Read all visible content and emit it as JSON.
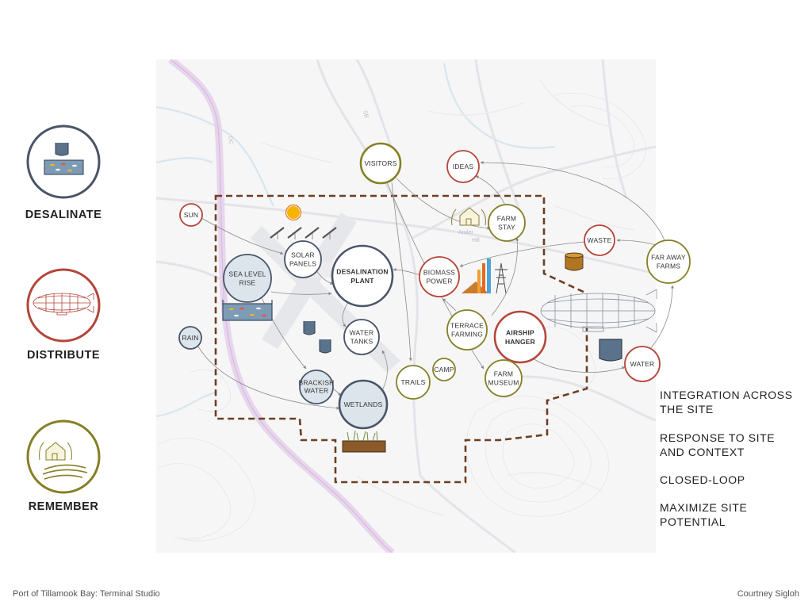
{
  "colors": {
    "slate": "#4a5568",
    "red": "#b5453a",
    "olive": "#858025",
    "brown": "#6b4226",
    "light_fill": "#dde5ec",
    "arrow": "#888888"
  },
  "legend": [
    {
      "label": "DESALINATE",
      "color": "#4a5568",
      "icon": "desalination-tank-icon"
    },
    {
      "label": "DISTRIBUTE",
      "color": "#b5453a",
      "icon": "airship-icon"
    },
    {
      "label": "REMEMBER",
      "color": "#858025",
      "icon": "farmhouse-icon"
    }
  ],
  "map": {
    "street_labels": [
      "OC",
      "SB",
      "Ander",
      "Hill"
    ]
  },
  "nodes": {
    "sun": {
      "lines": [
        "SUN"
      ],
      "category": "distribute"
    },
    "solar_panels": {
      "lines": [
        "SOLAR",
        "PANELS"
      ],
      "category": "desalinate"
    },
    "sea_level_rise": {
      "lines": [
        "SEA LEVEL",
        "RISE"
      ],
      "category": "desalinate"
    },
    "desalination_plant": {
      "lines": [
        "DESALINATION",
        "PLANT"
      ],
      "category": "desalinate"
    },
    "biomass_power": {
      "lines": [
        "BIOMASS",
        "POWER"
      ],
      "category": "distribute"
    },
    "visitors": {
      "lines": [
        "VISITORS"
      ],
      "category": "remember"
    },
    "ideas": {
      "lines": [
        "IDEAS"
      ],
      "category": "distribute"
    },
    "farm_stay": {
      "lines": [
        "FARM",
        "STAY"
      ],
      "category": "remember"
    },
    "waste": {
      "lines": [
        "WASTE"
      ],
      "category": "distribute"
    },
    "far_away_farms": {
      "lines": [
        "FAR AWAY",
        "FARMS"
      ],
      "category": "remember"
    },
    "rain": {
      "lines": [
        "RAIN"
      ],
      "category": "desalinate"
    },
    "water_tanks": {
      "lines": [
        "WATER",
        "TANKS"
      ],
      "category": "desalinate"
    },
    "brackish_water": {
      "lines": [
        "BRACKISH",
        "WATER"
      ],
      "category": "desalinate"
    },
    "wetlands": {
      "lines": [
        "WETLANDS"
      ],
      "category": "desalinate"
    },
    "trails": {
      "lines": [
        "TRAILS"
      ],
      "category": "remember"
    },
    "camp": {
      "lines": [
        "CAMP"
      ],
      "category": "remember"
    },
    "terrace_farming": {
      "lines": [
        "TERRACE",
        "FARMING"
      ],
      "category": "remember"
    },
    "airship_hanger": {
      "lines": [
        "AIRSHIP",
        "HANGER"
      ],
      "category": "distribute"
    },
    "farm_museum": {
      "lines": [
        "FARM",
        "MUSEUM"
      ],
      "category": "remember"
    },
    "water": {
      "lines": [
        "WATER"
      ],
      "category": "distribute"
    }
  },
  "notes": [
    [
      "INTEGRATION ACROSS",
      "THE SITE"
    ],
    [
      "RESPONSE TO SITE",
      "AND CONTEXT"
    ],
    [
      "CLOSED-LOOP"
    ],
    [
      "MAXIMIZE SITE",
      "POTENTIAL"
    ]
  ],
  "footer": {
    "left": "Port of Tillamook Bay: Terminal Studio",
    "right": "Courtney Sigloh"
  }
}
